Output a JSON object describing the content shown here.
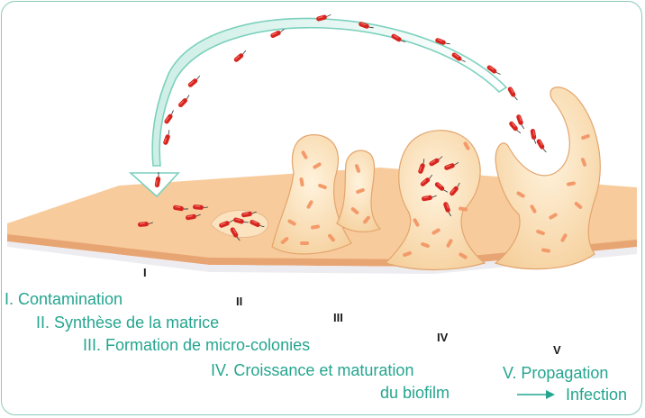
{
  "stages": {
    "s1": "I",
    "s2": "II",
    "s3": "III",
    "s4": "IV",
    "s5": "V"
  },
  "legend": {
    "l1": "I. Contamination",
    "l2": "II. Synthèse de la matrice",
    "l3": "III. Formation de micro-colonies",
    "l4a": "IV. Croissance et maturation",
    "l4b": "du biofilm",
    "l5": "V. Propagation",
    "l6": "Infection"
  },
  "colors": {
    "frame": "#8ac9b9",
    "text": "#25a58f",
    "surface": "#f6c795",
    "matrix": "#fbe4bf",
    "bacteria": "#d6241f"
  }
}
